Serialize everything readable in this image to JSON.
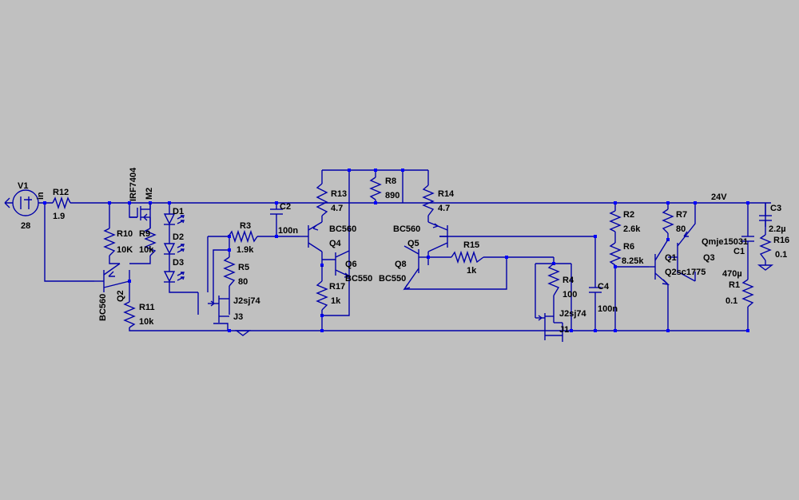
{
  "colors": {
    "background": "#c0c0c0",
    "wire": "#0000a8",
    "junction": "#0000ff",
    "text": "#000000"
  },
  "labels": {
    "V1": "V1",
    "V1_val": "28",
    "in": "in",
    "R12": "R12",
    "R12_val": "1.9",
    "IRF7404": "IRF7404",
    "M2": "M2",
    "R10": "R10",
    "R10_val": "10K",
    "R9": "R9",
    "R9_val": "10k",
    "Q2": "Q2",
    "Q2_model": "BC560",
    "R11": "R11",
    "R11_val": "10k",
    "D1": "D1",
    "D2": "D2",
    "D3": "D3",
    "C2": "C2",
    "C2_val": "100n",
    "R3": "R3",
    "R3_val": "1.9k",
    "R5": "R5",
    "R5_val": "80",
    "J3_model": "J2sj74",
    "J3": "J3",
    "R13": "R13",
    "R13_val": "4.7",
    "Q4_model": "BC560",
    "Q4": "Q4",
    "Q6": "Q6",
    "Q6_model": "BC550",
    "R17": "R17",
    "R17_val": "1k",
    "R8": "R8",
    "R8_val": "890",
    "R14": "R14",
    "R14_val": "4.7",
    "Q5_model": "BC560",
    "Q5": "Q5",
    "Q8": "Q8",
    "Q8_model": "BC550",
    "R15": "R15",
    "R15_val": "1k",
    "R4": "R4",
    "R4_val": "100",
    "J1_model": "J2sj74",
    "J1": "J1",
    "C4": "C4",
    "C4_val": "100n",
    "R2": "R2",
    "R2_val": "2.6k",
    "R6": "R6",
    "R6_val": "8.25k",
    "R7": "R7",
    "R7_val": "80",
    "Q1": "Q1",
    "Q1_model": "Q2sc1775",
    "Q3_model": "Qmje15031",
    "Q3": "Q3",
    "net_24V": "24V",
    "C1": "C1",
    "C1_val": "470µ",
    "R1": "R1",
    "R1_val": "0.1",
    "C3": "C3",
    "C3_val": "2.2µ",
    "R16": "R16",
    "R16_val": "0.1"
  }
}
